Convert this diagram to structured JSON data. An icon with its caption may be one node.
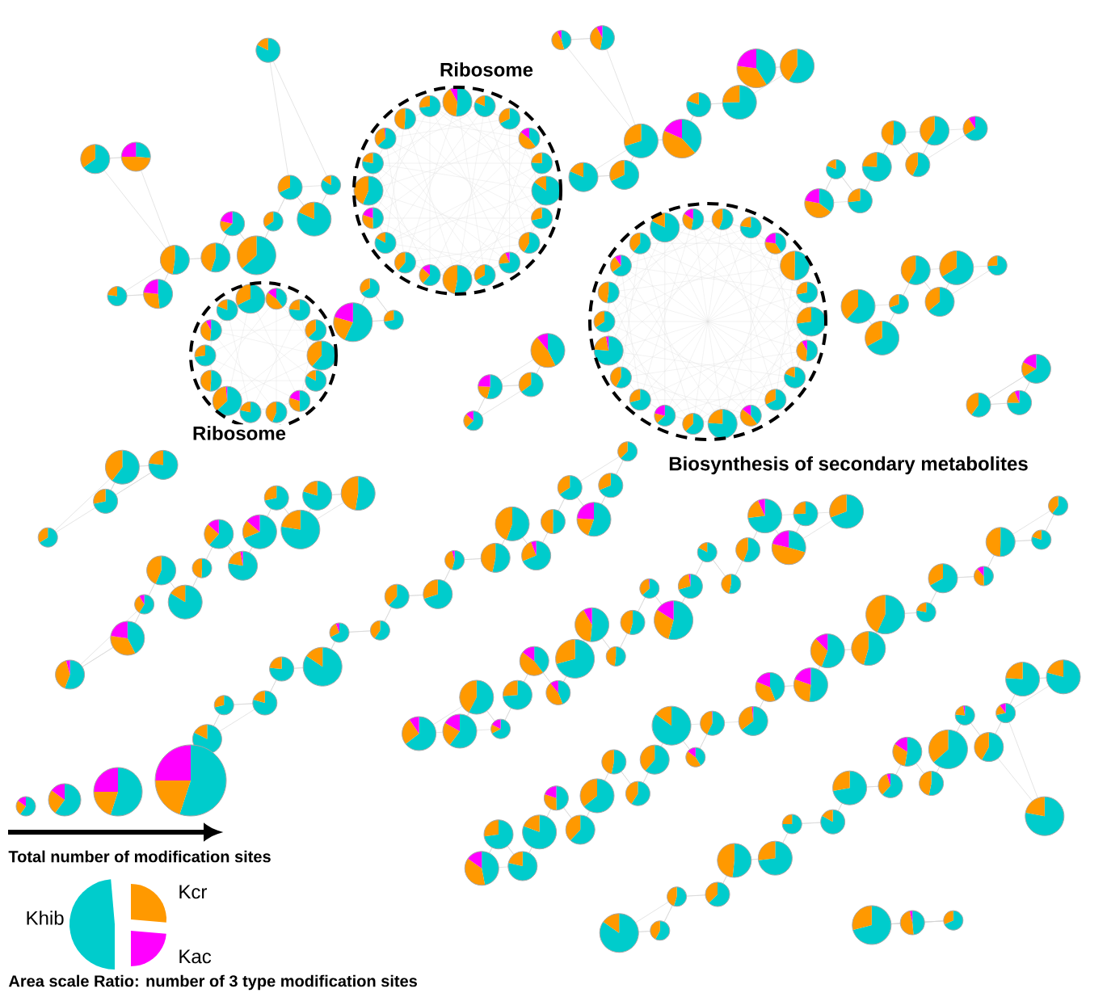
{
  "diagram": {
    "nodes": [
      {
        "text": [
          "Ribosome"
        ]
      },
      {
        "text": [
          "Ribosome"
        ]
      },
      {
        "text": [
          "Biosynthesis of secondary metabolites"
        ]
      }
    ],
    "labels": [
      "Total number of modification sites",
      "Area scale Ratio: number of 3 type modification sites"
    ],
    "legend": [
      {
        "text": "Khib",
        "color": "#00cccc"
      },
      {
        "text": "Kcr",
        "color": "#ff9900"
      },
      {
        "text": "Kac",
        "color": "#ff00ff"
      }
    ]
  }
}
